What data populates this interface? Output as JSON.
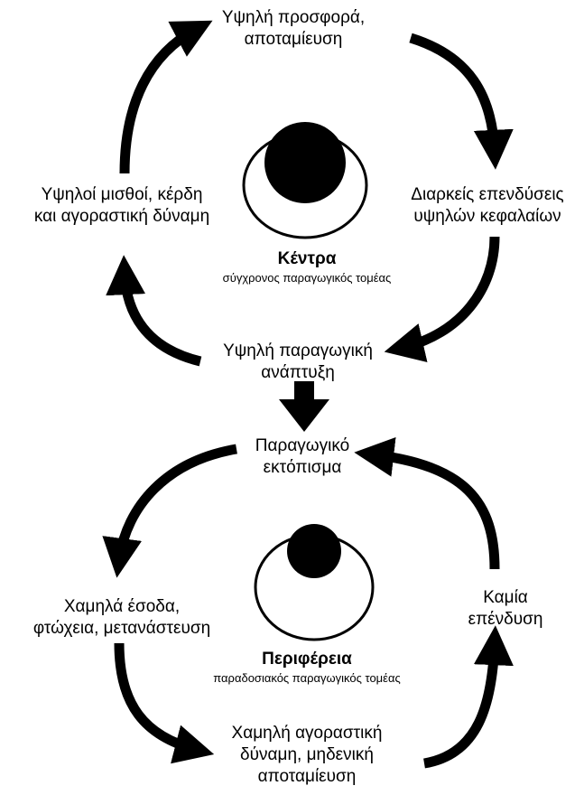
{
  "top_cycle": {
    "node_top": [
      "Υψηλή προσφορά,",
      "αποταμίευση"
    ],
    "node_right": [
      "Διαρκείς επενδύσεις",
      "υψηλών κεφαλαίων"
    ],
    "node_bottom": [
      "Υψηλή παραγωγική",
      "ανάπτυξη"
    ],
    "node_left": [
      "Υψηλοί μισθοί, κέρδη",
      "και αγοραστική δύναμη"
    ],
    "center_title": "Κέντρα",
    "center_subtitle": "σύγχρονος παραγωγικός τομέας"
  },
  "bottom_cycle": {
    "node_top": [
      "Παραγωγικό",
      "εκτόπισμα"
    ],
    "node_left": [
      "Χαμηλά έσοδα,",
      "φτώχεια, μετανάστευση"
    ],
    "node_bottom": [
      "Χαμηλή αγοραστική",
      "δύναμη, μηδενική",
      "αποταμίευση"
    ],
    "node_right": [
      "Καμία",
      "επένδυση"
    ],
    "center_title": "Περιφέρεια",
    "center_subtitle": "παραδοσιακός παραγωγικός τομέας"
  }
}
